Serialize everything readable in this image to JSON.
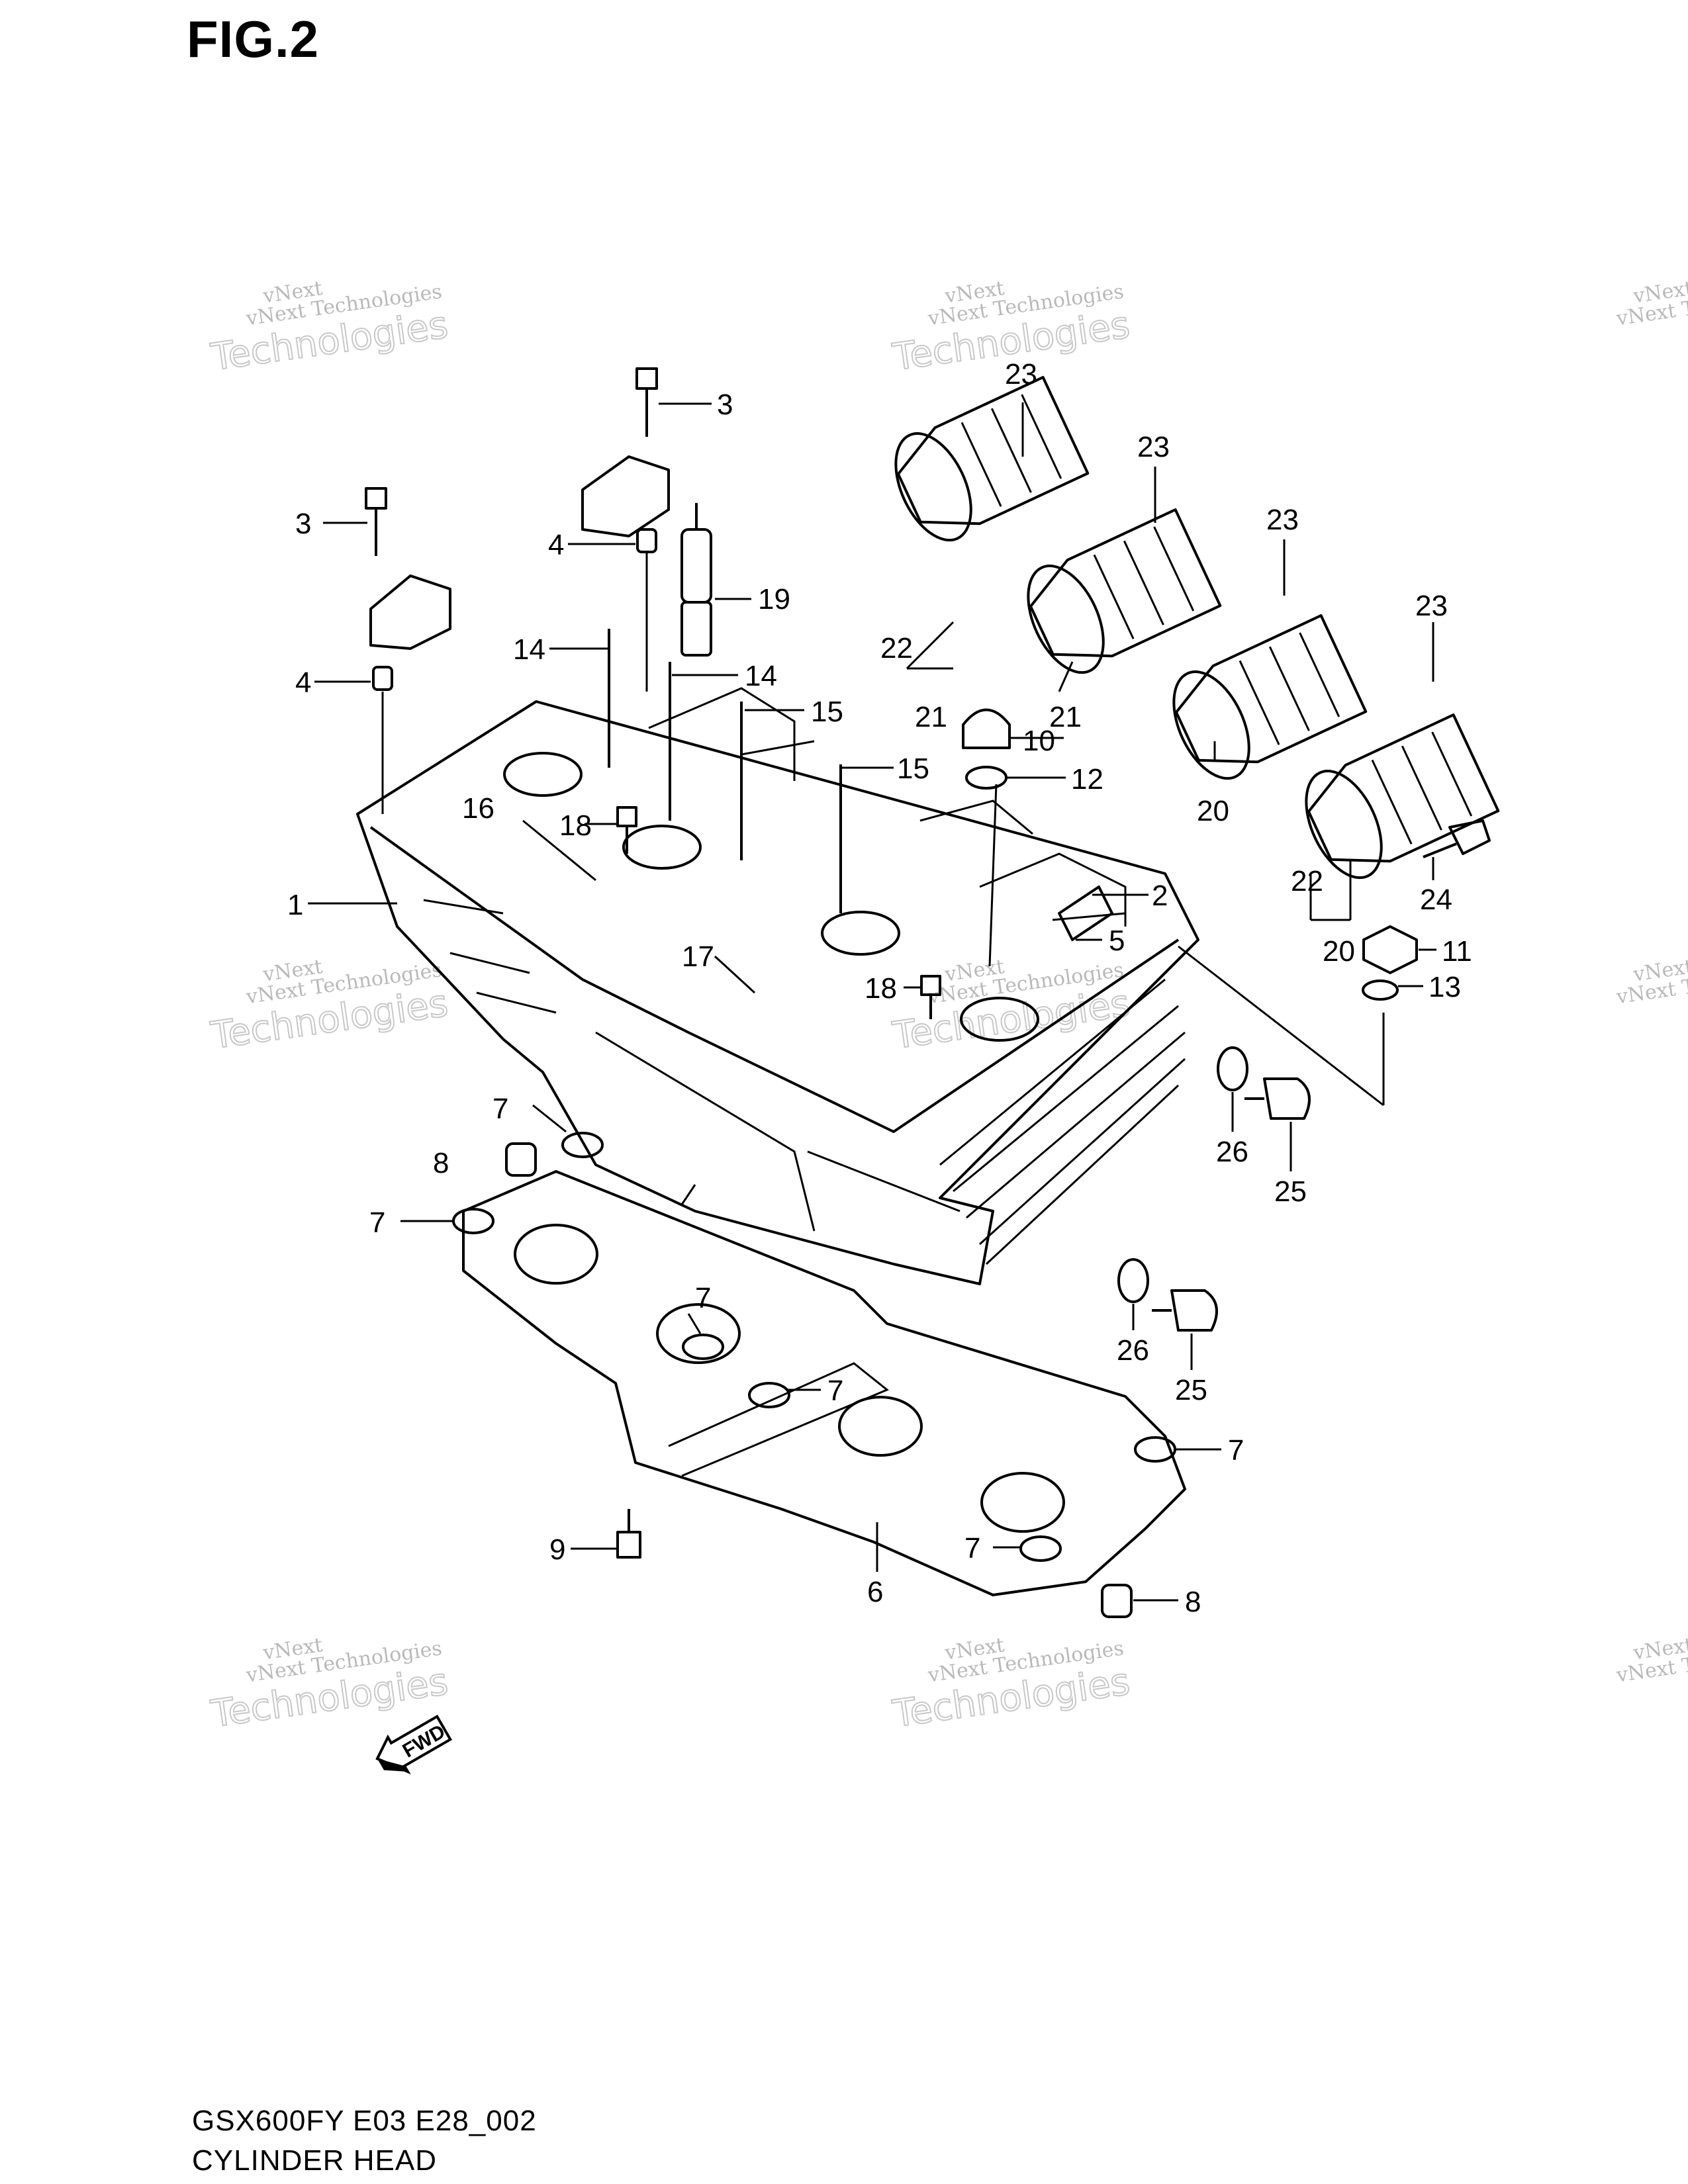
{
  "figure_title": "FIG.2",
  "footer": {
    "model_code": "GSX600FY E03 E28_002",
    "section_name": "CYLINDER HEAD"
  },
  "watermark": {
    "line1": "vNext",
    "line2": "vNext Technologies",
    "line3": "Technologies"
  },
  "fwd_label": "FWD",
  "labels": {
    "p1": "1",
    "p2": "2",
    "p3a": "3",
    "p3b": "3",
    "p4a": "4",
    "p4b": "4",
    "p5": "5",
    "p6": "6",
    "p7a": "7",
    "p7b": "7",
    "p7c": "7",
    "p7d": "7",
    "p7e": "7",
    "p7f": "7",
    "p8a": "8",
    "p8b": "8",
    "p9": "9",
    "p10": "10",
    "p11": "11",
    "p12": "12",
    "p13": "13",
    "p14a": "14",
    "p14b": "14",
    "p15a": "15",
    "p15b": "15",
    "p16": "16",
    "p17": "17",
    "p18a": "18",
    "p18b": "18",
    "p19": "19",
    "p20a": "20",
    "p20b": "20",
    "p21a": "21",
    "p21b": "21",
    "p22a": "22",
    "p22b": "22",
    "p23a": "23",
    "p23b": "23",
    "p23c": "23",
    "p23d": "23",
    "p24": "24",
    "p25a": "25",
    "p25b": "25",
    "p26a": "26",
    "p26b": "26"
  },
  "colors": {
    "line": "#000000",
    "watermark": "#c0c0c0",
    "background": "#ffffff"
  }
}
